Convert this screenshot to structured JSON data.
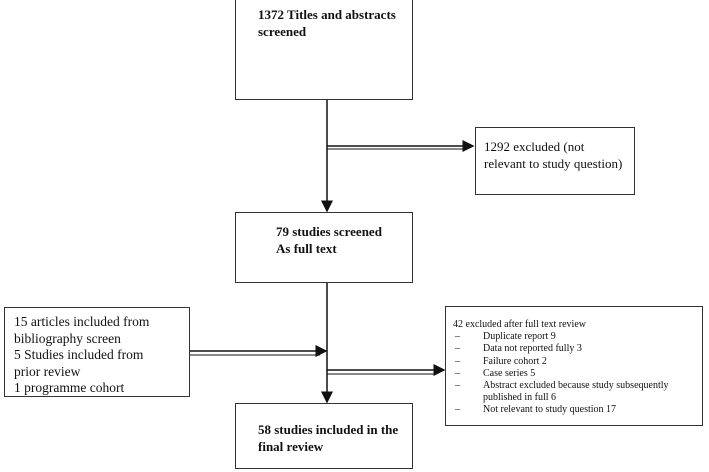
{
  "boxes": {
    "titles_screened": "1372 Titles and abstracts screened",
    "excluded_first": "1292 excluded (not relevant to study question)",
    "full_text_line1": "79 studies screened",
    "full_text_line2": "As full text",
    "additional": {
      "line1": "15 articles included from bibliography screen",
      "line2": "5 Studies included from prior review",
      "line3": "1 programme cohort"
    },
    "excluded_full_text": {
      "title": "42 excluded after full text review",
      "items": [
        "Duplicate report 9",
        "Data not reported fully 3",
        "Failure cohort 2",
        "Case series 5",
        "Abstract excluded because study subsequently published in full 6",
        "Not relevant to study question 17"
      ]
    },
    "final": "58 studies included in the final review"
  }
}
